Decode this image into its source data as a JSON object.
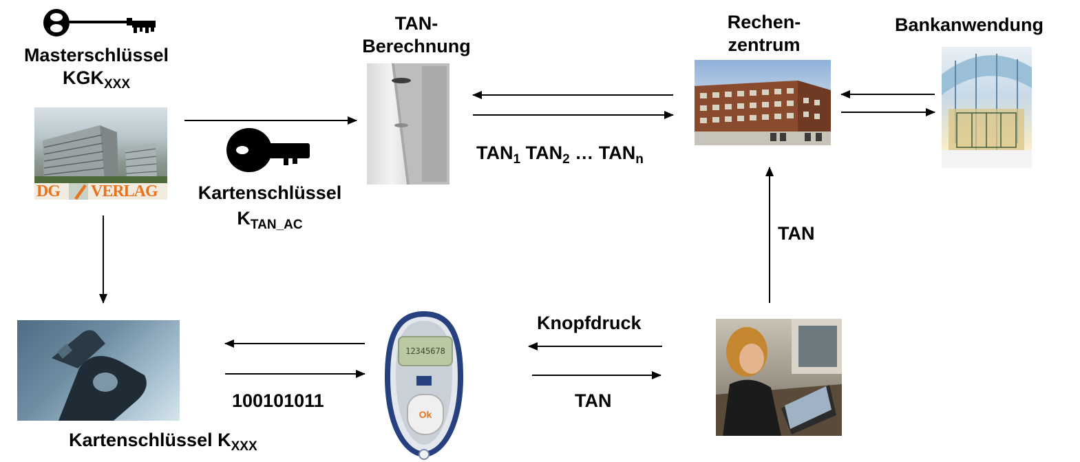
{
  "labels": {
    "master_key_title": "Masterschlüssel",
    "master_key_id": "KGK",
    "master_key_sub": "XXX",
    "publisher_logo_text": [
      "DG",
      "VERLAG"
    ],
    "card_key_label": "Kartenschlüssel",
    "card_key_tan_id": "K",
    "card_key_tan_sub": "TAN_AC",
    "tan_calc_line1": "TAN-",
    "tan_calc_line2": "Berechnung",
    "datacenter_line1": "Rechen-",
    "datacenter_line2": "zentrum",
    "bank_app": "Bankanwendung",
    "tan_list": [
      "TAN",
      "1",
      "TAN",
      "2",
      "…",
      "TAN",
      "n"
    ],
    "tan_up": "TAN",
    "card_key_bottom": "Kartenschlüssel K",
    "card_key_bottom_sub": "XXX",
    "binary": "100101011",
    "button_press": "Knopfdruck",
    "tan_bottom": "TAN",
    "generator_display": "12345678",
    "generator_button": "Ok"
  },
  "colors": {
    "arrow": "#000000",
    "logo_orange": "#e8731e",
    "generator_ring": "#27407f",
    "display_green": "#b9c9a3"
  }
}
